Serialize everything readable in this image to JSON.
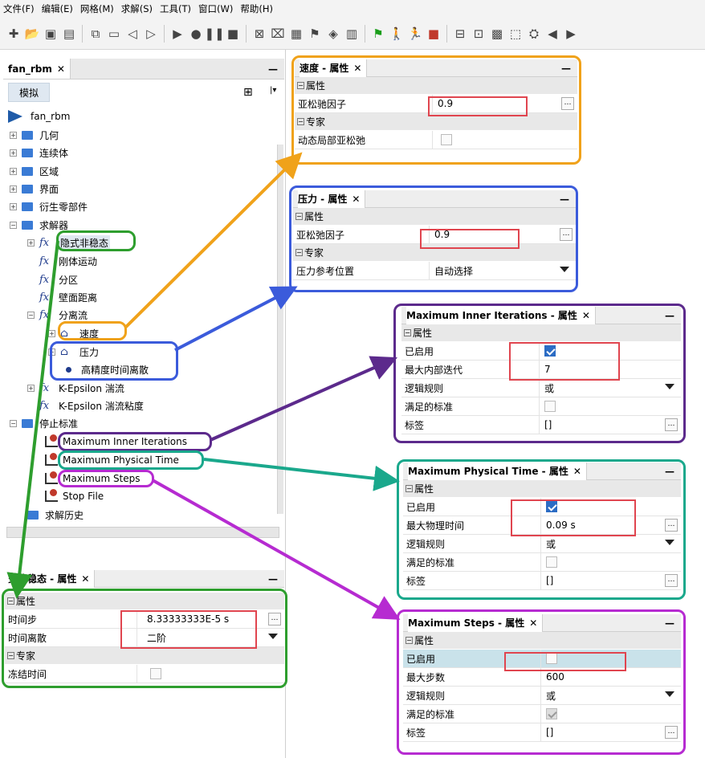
{
  "menu": [
    "文件(F)",
    "编辑(E)",
    "网格(M)",
    "求解(S)",
    "工具(T)",
    "窗口(W)",
    "帮助(H)"
  ],
  "tree_tab": {
    "title": "fan_rbm",
    "close": "✕",
    "sub_tab": "模拟"
  },
  "tree": {
    "root": "fan_rbm",
    "items": [
      "几何",
      "连续体",
      "区域",
      "界面",
      "衍生零部件",
      "求解器",
      "停止标准",
      "求解历史"
    ],
    "solver": [
      "隐式非稳态",
      "刚体运动",
      "分区",
      "壁面距离",
      "分离流",
      "K-Epsilon 湍流",
      "K-Epsilon 湍流粘度"
    ],
    "segregated": [
      "速度",
      "压力",
      "高精度时间离散"
    ],
    "stop": [
      "Maximum Inner Iterations",
      "Maximum Physical Time",
      "Maximum Steps",
      "Stop File"
    ]
  },
  "panels": {
    "velocity": {
      "title": "速度 - 属性",
      "sec1": "属性",
      "k1": "亚松驰因子",
      "v1": "0.9",
      "sec2": "专家",
      "k2": "动态局部亚松弛"
    },
    "pressure": {
      "title": "压力 - 属性",
      "sec1": "属性",
      "k1": "亚松弛因子",
      "v1": "0.9",
      "sec2": "专家",
      "k2": "压力参考位置",
      "v2": "自动选择"
    },
    "inner": {
      "title": "Maximum Inner Iterations - 属性",
      "sec1": "属性",
      "k1": "已启用",
      "k2": "最大内部迭代",
      "v2": "7",
      "k3": "逻辑规则",
      "v3": "或",
      "k4": "满足的标准",
      "k5": "标签",
      "v5": "[]"
    },
    "phys": {
      "title": "Maximum Physical Time - 属性",
      "sec1": "属性",
      "k1": "已启用",
      "k2": "最大物理时间",
      "v2": "0.09 s",
      "k3": "逻辑规则",
      "v3": "或",
      "k4": "满足的标准",
      "k5": "标签",
      "v5": "[]"
    },
    "steps": {
      "title": "Maximum Steps - 属性",
      "sec1": "属性",
      "k1": "已启用",
      "k2": "最大步数",
      "v2": "600",
      "k3": "逻辑规则",
      "v3": "或",
      "k4": "满足的标准",
      "k5": "标签",
      "v5": "[]"
    },
    "implicit": {
      "title": "式非稳态 - 属性",
      "sec1": "属性",
      "k1": "时间步",
      "v1": "8.33333333E-5 s",
      "k2": "时间离散",
      "v2": "二阶",
      "sec2": "专家",
      "k3": "冻结时间"
    }
  },
  "colors": {
    "orange": "#f0a21a",
    "blue": "#3b5bdb",
    "purple": "#5c2a8c",
    "teal": "#1aa88c",
    "magenta": "#b62bd1",
    "green": "#2e9e2e",
    "red": "#e0454f"
  }
}
